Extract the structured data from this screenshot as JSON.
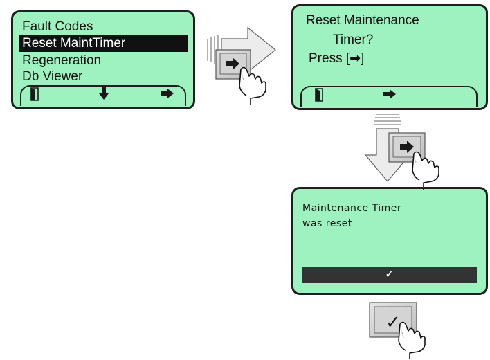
{
  "screen1": {
    "menu": [
      "Fault Codes",
      "Reset MaintTimer",
      "Regeneration",
      "Db Viewer"
    ],
    "selected_index": 1,
    "softkeys": [
      "exit-door-icon",
      "arrow-down-icon",
      "arrow-right-icon"
    ]
  },
  "screen2": {
    "line1": "Reset Maintenance",
    "line2": "Timer?",
    "line3": "Press [➡]",
    "softkeys": [
      "exit-door-icon",
      "arrow-right-icon"
    ]
  },
  "screen3": {
    "line1": "Maintenance Timer",
    "line2": "was reset",
    "ok_label": "✓"
  },
  "keys": {
    "right_key_symbol": "➡",
    "check_key_symbol": "✓"
  },
  "colors": {
    "screen_bg": "#9ef2c0",
    "frame": "#1f1f1f",
    "highlight": "#111111",
    "ok_bar": "#333333",
    "key_face": "#c8c8c8",
    "key_shadow": "#888888"
  }
}
